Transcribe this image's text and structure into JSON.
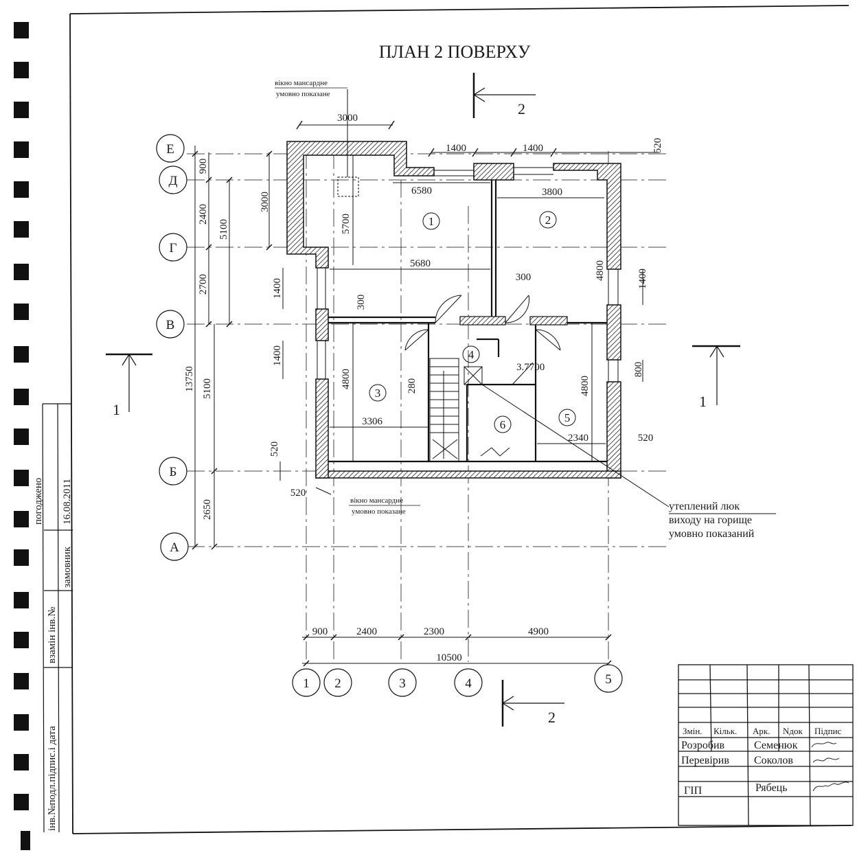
{
  "title": "ПЛАН  2 ПОВЕРХУ",
  "section_marks": {
    "top": "2",
    "bottom": "2",
    "left": "1",
    "right": "1"
  },
  "axes_vertical": [
    "1",
    "2",
    "3",
    "4",
    "5"
  ],
  "axes_horizontal": [
    "Е",
    "Д",
    "Г",
    "В",
    "Б",
    "А"
  ],
  "dims": {
    "top_3000": "3000",
    "top_1400_a": "1400",
    "top_1400_b": "1400",
    "top_520": "520",
    "left_900": "900",
    "left_2400": "2400",
    "left_5100_top": "5100",
    "left_3000": "3000",
    "left_2700": "2700",
    "left_1400_a": "1400",
    "left_13750": "13750",
    "left_5100_bot": "5100",
    "left_1400_b": "1400",
    "left_520": "520",
    "left_2650": "2650",
    "bottom_520": "520",
    "room1_6580": "6580",
    "room1_5700": "5700",
    "room2_3800": "3800",
    "hall_5680": "5680",
    "hall_300": "300",
    "right_4800": "4800",
    "right_1400": "1400",
    "room3_300": "300",
    "room3_4800": "4800",
    "room3_280": "280",
    "room3_3306": "3306",
    "room4_area": "3.7",
    "room4_dim": "700",
    "room5_4800": "4800",
    "room5_800": "800",
    "room5_2340": "2340",
    "room5_520": "520",
    "bot_900": "900",
    "bot_2400": "2400",
    "bot_2300": "2300",
    "bot_4900": "4900",
    "bot_10500": "10500"
  },
  "rooms": [
    "1",
    "2",
    "3",
    "4",
    "5",
    "6"
  ],
  "notes": {
    "window_top_l1": "вікно мансардне",
    "window_top_l2": "умовно показане",
    "window_bot_l1": "вікно мансардне",
    "window_bot_l2": "умовно показане",
    "hatch_l1": "утеплений люк",
    "hatch_l2": "виходу на горище",
    "hatch_l3": "умовно показаний"
  },
  "side_stamp": {
    "pogodzheno": "погоджено",
    "date": "16.08.2011",
    "zamovnyk": "замовник",
    "vzamin": "взамін інв.№",
    "pidpys": "інв.№подл.підпис.і дата"
  },
  "title_block": {
    "headers": [
      "Змін.",
      "Кільк.",
      "Арк.",
      "Nдок",
      "Підпис"
    ],
    "rows": [
      {
        "role": "Розробив",
        "name": "Семенюк"
      },
      {
        "role": "Перевірив",
        "name": "Соколов"
      },
      {
        "role": "ГІП",
        "name": "Рябець"
      }
    ]
  }
}
